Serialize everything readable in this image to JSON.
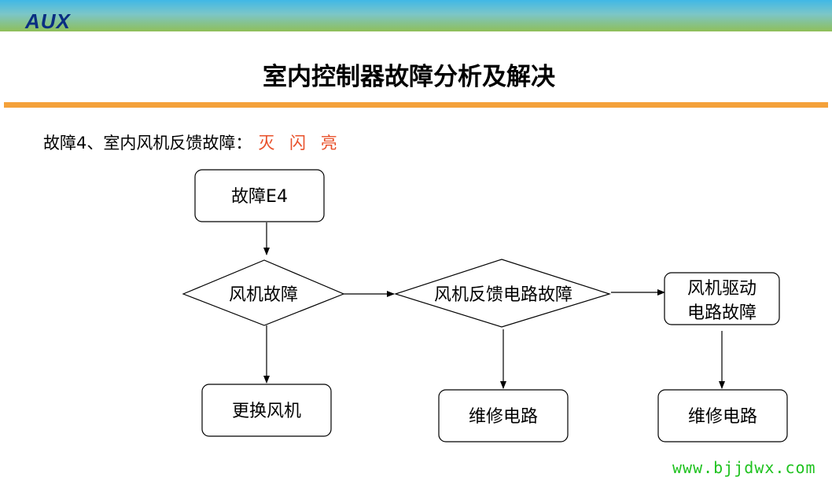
{
  "header": {
    "logo_text": "AUX",
    "title": "室内控制器故障分析及解决"
  },
  "fault": {
    "description": "故障4、室内风机反馈故障：",
    "status": "灭 闪 亮"
  },
  "flowchart": {
    "nodes": {
      "code": "故障E4",
      "fan_fault": "风机故障",
      "feedback_fault": "风机反馈电路故障",
      "drive_fault_line1": "风机驱动",
      "drive_fault_line2": "电路故障",
      "replace_fan": "更换风机",
      "repair_circuit_1": "维修电路",
      "repair_circuit_2": "维修电路"
    }
  },
  "footer": {
    "watermark": "www.bjjdwx.com"
  },
  "colors": {
    "status_text": "#e8502a",
    "watermark": "#1fc21f",
    "rule": "#f4a13a",
    "logo": "#0a2e82"
  }
}
